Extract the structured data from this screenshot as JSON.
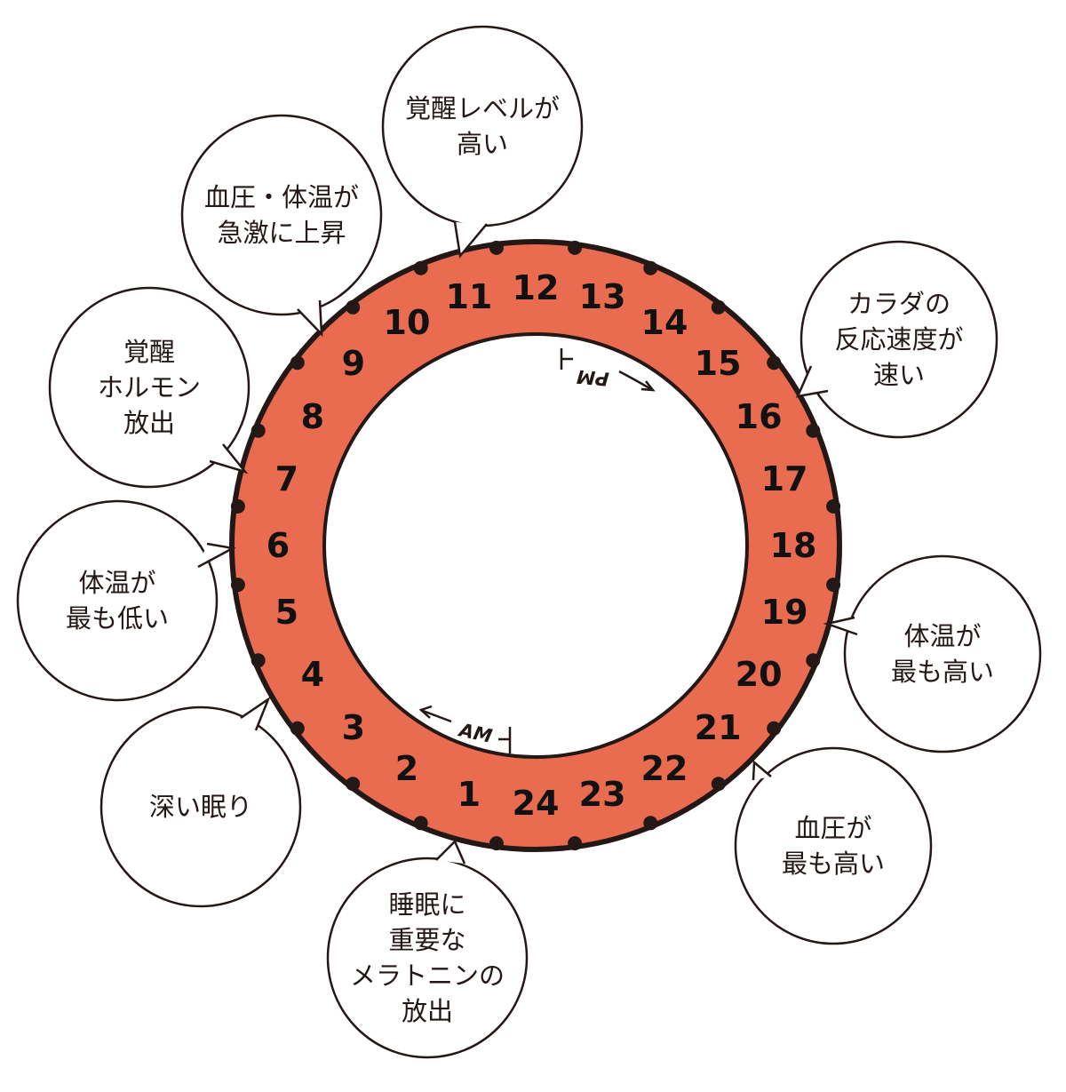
{
  "colors": {
    "ring_fill": "#e96c50",
    "ring_outline": "#231815",
    "tick_dot": "#231815",
    "bubble_fill": "#ffffff",
    "bubble_stroke": "#231815",
    "text": "#231815"
  },
  "clock": {
    "hours": [
      "1",
      "2",
      "3",
      "4",
      "5",
      "6",
      "7",
      "8",
      "9",
      "10",
      "11",
      "12",
      "13",
      "14",
      "15",
      "16",
      "17",
      "18",
      "19",
      "20",
      "21",
      "22",
      "23",
      "24"
    ],
    "tick_count": 24,
    "am_label": "AM",
    "pm_label": "PM"
  },
  "bubbles": [
    {
      "id": "alertness-high",
      "lines": [
        "覚醒レベルが",
        "高い"
      ]
    },
    {
      "id": "bp-temp-rise",
      "lines": [
        "血圧・体温が",
        "急激に上昇"
      ]
    },
    {
      "id": "wake-hormone",
      "lines": [
        "覚醒",
        "ホルモン",
        "放出"
      ]
    },
    {
      "id": "temp-lowest",
      "lines": [
        "体温が",
        "最も低い"
      ]
    },
    {
      "id": "deep-sleep",
      "lines": [
        "深い眠り"
      ]
    },
    {
      "id": "melatonin",
      "lines": [
        "睡眠に",
        "重要な",
        "メラトニンの",
        "放出"
      ]
    },
    {
      "id": "bp-highest",
      "lines": [
        "血圧が",
        "最も高い"
      ]
    },
    {
      "id": "temp-highest",
      "lines": [
        "体温が",
        "最も高い"
      ]
    },
    {
      "id": "reaction-fast",
      "lines": [
        "カラダの",
        "反応速度が",
        "速い"
      ]
    }
  ]
}
